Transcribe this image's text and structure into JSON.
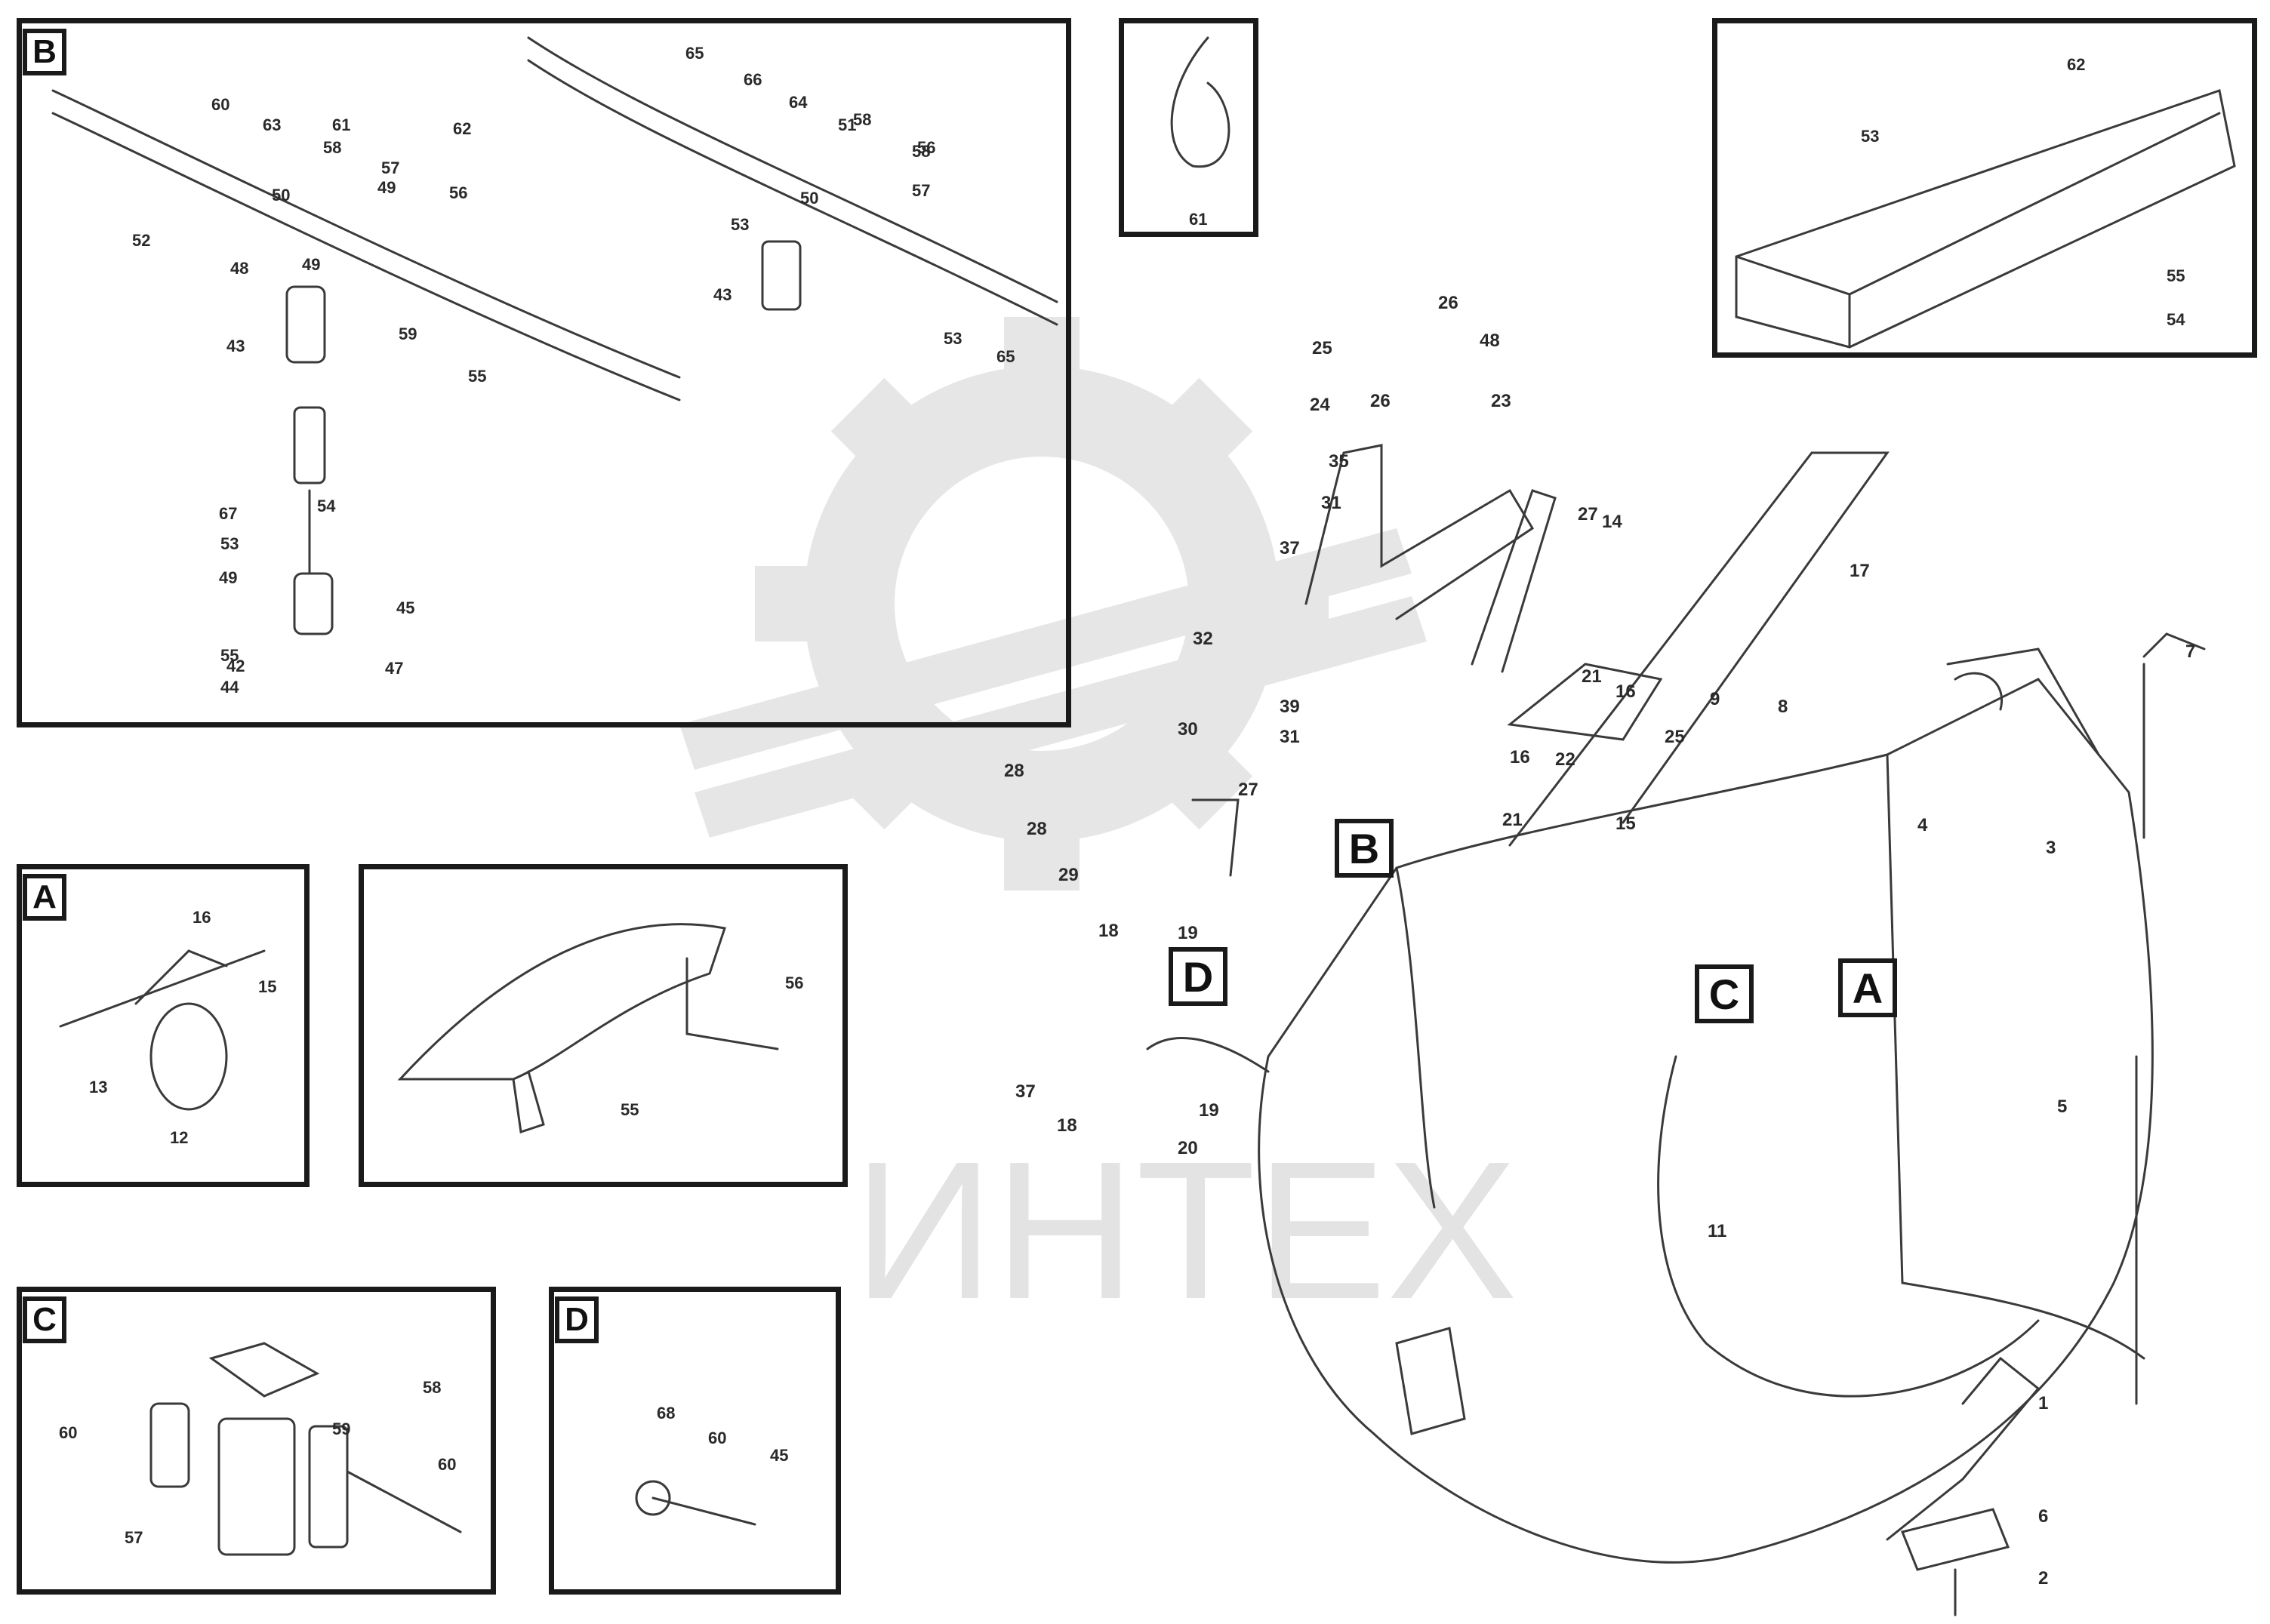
{
  "watermark": {
    "text": "ИНТЕХ"
  },
  "detail_tags": [
    "B",
    "A",
    "C",
    "D"
  ],
  "main_callouts": [
    "D",
    "B",
    "C",
    "A"
  ],
  "labels": {
    "b": [
      "60",
      "61",
      "63",
      "62",
      "58",
      "57",
      "65",
      "66",
      "50",
      "49",
      "56",
      "64",
      "58",
      "48",
      "52",
      "49",
      "51",
      "53",
      "50",
      "59",
      "55",
      "56",
      "58",
      "43",
      "57",
      "53",
      "65",
      "67",
      "53",
      "49",
      "55",
      "44",
      "45",
      "47",
      "54",
      "42",
      "43"
    ],
    "a": [
      "16",
      "15",
      "13",
      "12"
    ],
    "e": [
      "56",
      "55"
    ],
    "c": [
      "58",
      "60",
      "59",
      "57",
      "60"
    ],
    "d": [
      "68",
      "60",
      "45"
    ],
    "f": [
      "61"
    ],
    "g": [
      "62",
      "53",
      "55",
      "54"
    ],
    "main": [
      "26",
      "25",
      "48",
      "24",
      "26",
      "35",
      "23",
      "31",
      "37",
      "32",
      "39",
      "30",
      "31",
      "28",
      "27",
      "28",
      "29",
      "27",
      "19",
      "18",
      "37",
      "16",
      "16",
      "21",
      "22",
      "25",
      "21",
      "14",
      "15",
      "19",
      "18",
      "20",
      "17",
      "9",
      "8",
      "7",
      "3",
      "4",
      "5",
      "1",
      "6",
      "2",
      "11"
    ]
  },
  "footer": {
    "line1": "",
    "line2": "",
    "line3": ""
  }
}
